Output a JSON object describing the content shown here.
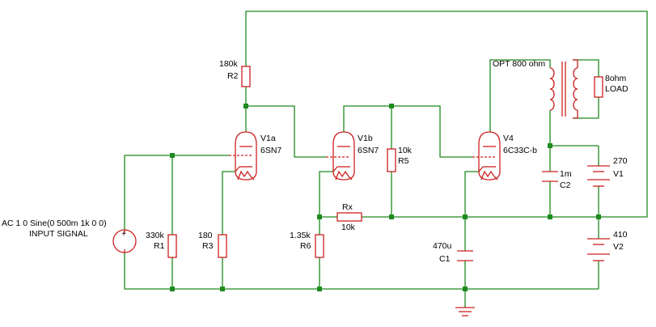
{
  "source": {
    "label1": "AC 1 0 Sine(0 500m 1k 0 0)",
    "label2": "INPUT SIGNAL"
  },
  "resistors": [
    {
      "id": "r2",
      "value": "180k",
      "ref": "R2"
    },
    {
      "id": "r1",
      "value": "330k",
      "ref": "R1"
    },
    {
      "id": "r3",
      "value": "180",
      "ref": "R3"
    },
    {
      "id": "r5",
      "value": "10k",
      "ref": "R5"
    },
    {
      "id": "r6",
      "value": "1.35k",
      "ref": "R6"
    },
    {
      "id": "rx",
      "value": "10k",
      "ref": "Rx"
    }
  ],
  "tubes": [
    {
      "id": "v1a",
      "ref": "V1a",
      "type": "6SN7"
    },
    {
      "id": "v1b",
      "ref": "V1b",
      "type": "6SN7"
    },
    {
      "id": "v4",
      "ref": "V4",
      "type": "6C33C-b"
    }
  ],
  "capacitors": [
    {
      "id": "c2",
      "value": "1m",
      "ref": "C2"
    },
    {
      "id": "c1",
      "value": "470u",
      "ref": "C1"
    }
  ],
  "batteries": [
    {
      "id": "v1",
      "value": "270",
      "ref": "V1"
    },
    {
      "id": "v2",
      "value": "410",
      "ref": "V2"
    }
  ],
  "transformer": {
    "label": "OPT 800 ohm"
  },
  "load": {
    "value": "8ohm",
    "ref": "LOAD"
  },
  "colors": {
    "wire": "#1e8a1e",
    "component": "#cc2020",
    "text": "#000000",
    "background": "#ffffff"
  }
}
